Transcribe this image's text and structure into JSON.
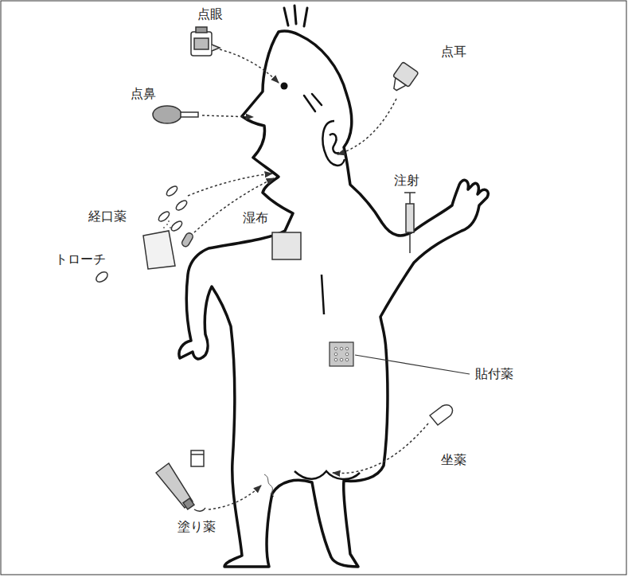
{
  "diagram": {
    "labels": [
      "点眼",
      "点耳",
      "点鼻",
      "注射",
      "経口薬",
      "湿布",
      "トローチ",
      "貼付薬",
      "坐薬",
      "塗り薬"
    ]
  }
}
